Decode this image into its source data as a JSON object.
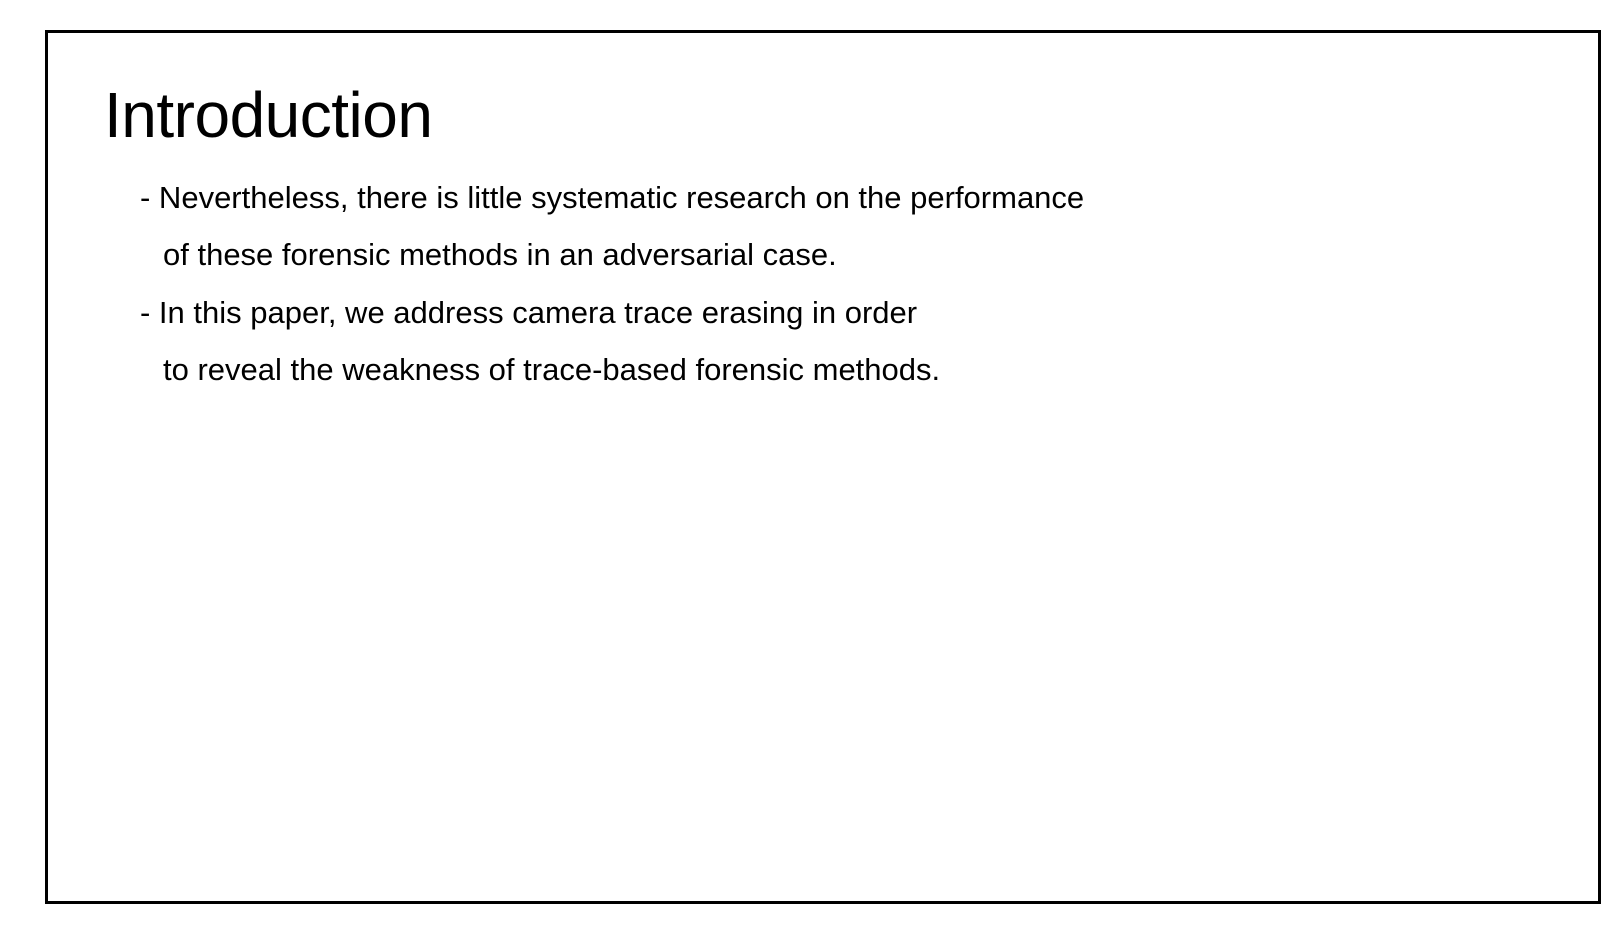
{
  "slide": {
    "title": "Introduction",
    "bullets": [
      {
        "lines": [
          "- Nevertheless, there is little systematic research on the performance",
          "of these forensic methods in an adversarial case."
        ]
      },
      {
        "lines": [
          "- In this paper, we address camera trace erasing in order",
          "to reveal the weakness of trace-based forensic methods."
        ]
      }
    ]
  }
}
